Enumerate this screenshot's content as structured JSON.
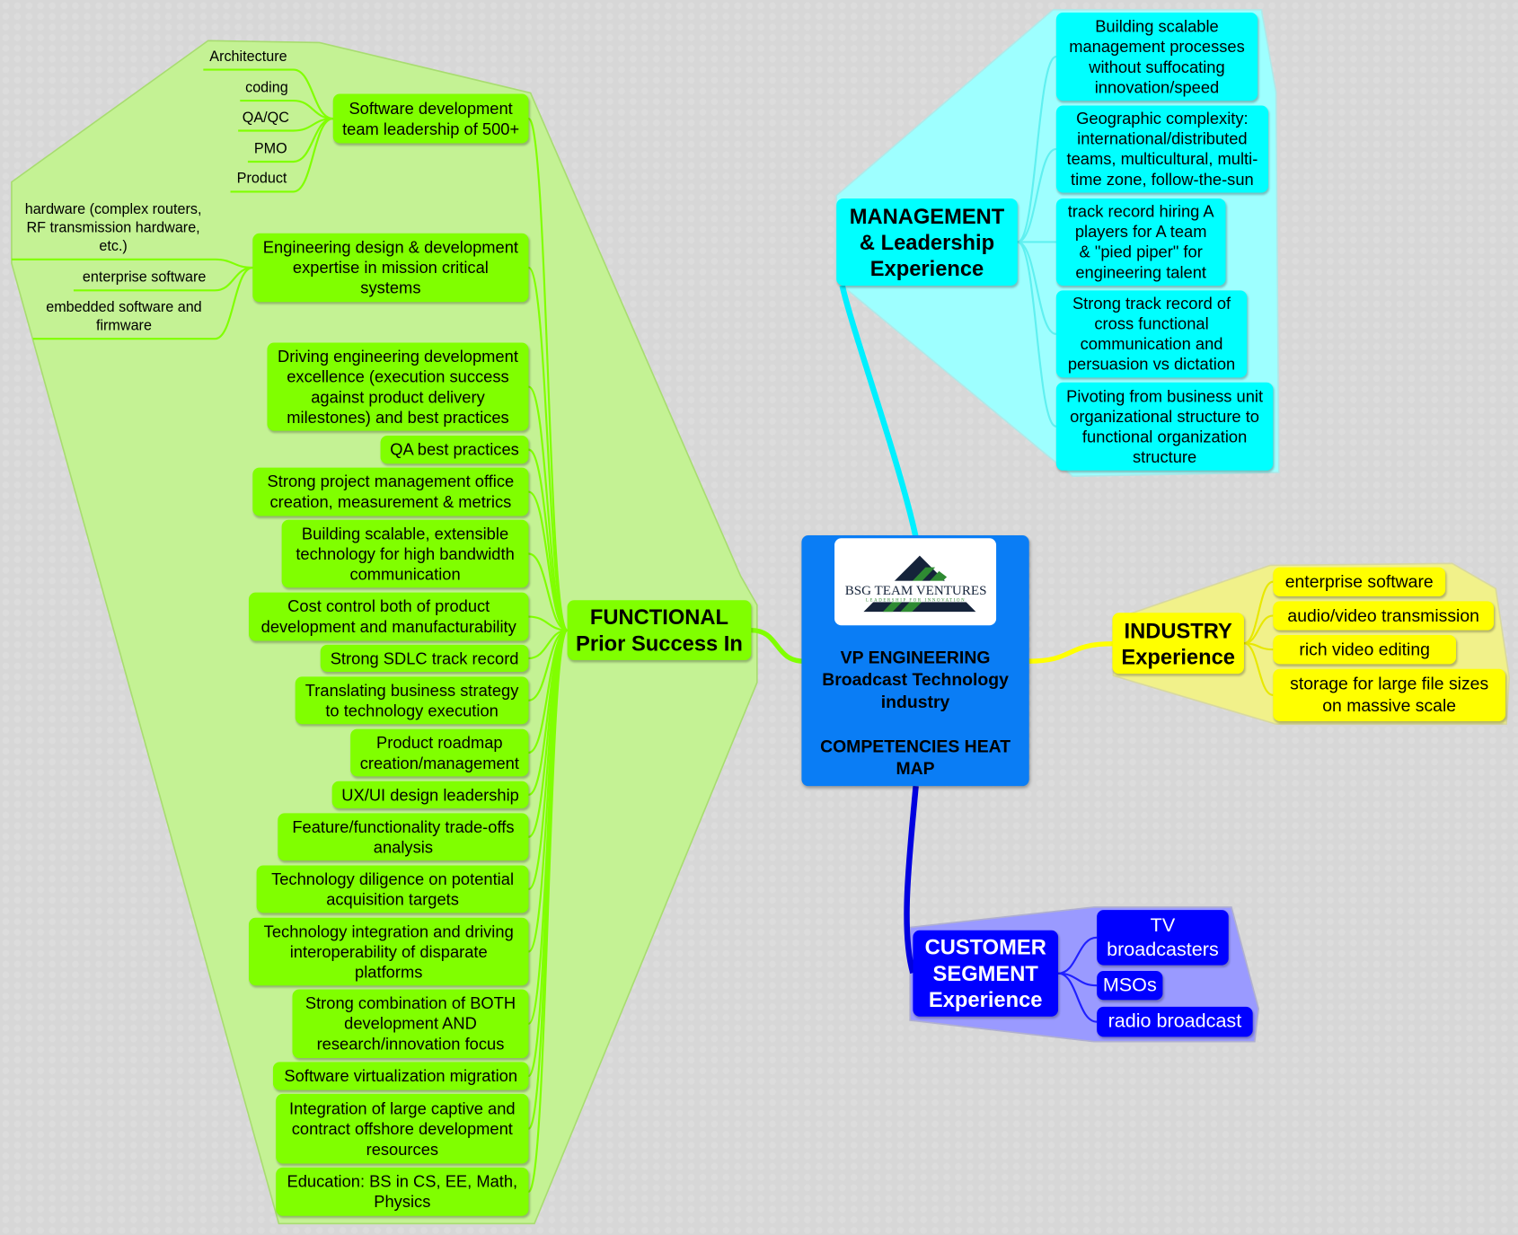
{
  "center": {
    "logo_name": "BSG TEAM VENTURES",
    "logo_tagline": "LEADERSHIP FOR INNOVATION",
    "title": "VP ENGINEERING\nBroadcast Technology\nindustry\n\nCOMPETENCIES HEAT\nMAP"
  },
  "functional": {
    "title": "FUNCTIONAL\nPrior Success In",
    "items": [
      "Software development\nteam leadership of 500+",
      "Engineering design & development\nexpertise in mission critical\nsystems",
      "Driving engineering development\nexcellence (execution success\nagainst product delivery\nmilestones) and best practices",
      "QA best practices",
      "Strong project management office\ncreation, measurement & metrics",
      "Building scalable, extensible\ntechnology for high bandwidth\ncommunication",
      "Cost control both of product\ndevelopment and manufacturability",
      "Strong SDLC track record",
      "Translating business strategy\nto technology execution",
      "Product roadmap\ncreation/management",
      "UX/UI design leadership",
      "Feature/functionality trade-offs\nanalysis",
      "Technology diligence on potential\nacquisition targets",
      "Technology integration and driving\ninteroperability of disparate\nplatforms",
      "Strong combination of BOTH\ndevelopment AND\nresearch/innovation focus",
      "Software virtualization migration",
      "Integration of large captive and\ncontract offshore development\nresources",
      "Education: BS in CS, EE, Math,\nPhysics"
    ],
    "software_leaves": [
      "Architecture",
      "coding",
      "QA/QC",
      "PMO",
      "Product"
    ],
    "engineering_leaves": [
      "hardware (complex routers,\nRF transmission hardware,\netc.)",
      "enterprise software",
      "embedded software and\nfirmware"
    ]
  },
  "management": {
    "title": "MANAGEMENT\n& Leadership\nExperience",
    "items": [
      "Building scalable\nmanagement processes\nwithout suffocating\ninnovation/speed",
      "Geographic complexity:\ninternational/distributed\nteams, multicultural, multi-\ntime zone, follow-the-sun",
      "track record hiring A\nplayers for A team\n& \"pied piper\" for\nengineering talent",
      "Strong track record of\ncross functional\ncommunication and\npersuasion vs dictation",
      "Pivoting from business unit\norganizational structure to\nfunctional organization\nstructure"
    ]
  },
  "industry": {
    "title": "INDUSTRY\nExperience",
    "items": [
      "enterprise software",
      "audio/video transmission",
      "rich video editing",
      "storage for large file sizes\non massive scale"
    ]
  },
  "customer": {
    "title": "CUSTOMER\nSEGMENT\nExperience",
    "items": [
      "TV\nbroadcasters",
      "MSOs",
      "radio broadcast"
    ]
  },
  "colors": {
    "functional": "#80ff00",
    "management": "#00ffff",
    "industry": "#ffff00",
    "customer": "#0000ff",
    "center": "#0a7df5"
  }
}
